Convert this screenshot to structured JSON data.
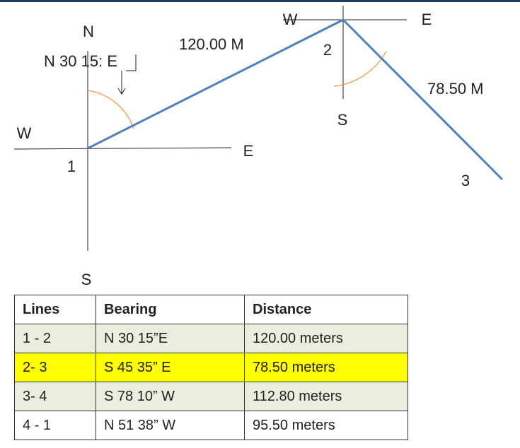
{
  "diagram": {
    "station1": {
      "label": "1",
      "north": "N",
      "south": "S",
      "west": "W",
      "east": "E",
      "bearing_callout": "N 30 15: E"
    },
    "station2": {
      "label": "2",
      "west": "W",
      "east": "E",
      "south": "S"
    },
    "station3": {
      "label": "3"
    },
    "line12_distance": "120.00 M",
    "line23_distance": "78.50 M",
    "colors": {
      "traverse_line": "#4f81bd",
      "angle_arc": "#f79646",
      "axis": "#222222",
      "row_shade": "#e9eede",
      "row_highlight": "#ffff00"
    }
  },
  "table": {
    "headers": [
      "Lines",
      "Bearing",
      "Distance"
    ],
    "rows": [
      [
        "1 - 2",
        "N 30 15”E",
        "120.00  meters"
      ],
      [
        "2- 3",
        "S 45 35” E",
        "78.50 meters"
      ],
      [
        "3- 4",
        "S 78 10” W",
        "112.80 meters"
      ],
      [
        "4 - 1",
        "N 51  38” W",
        "95.50 meters"
      ]
    ]
  }
}
